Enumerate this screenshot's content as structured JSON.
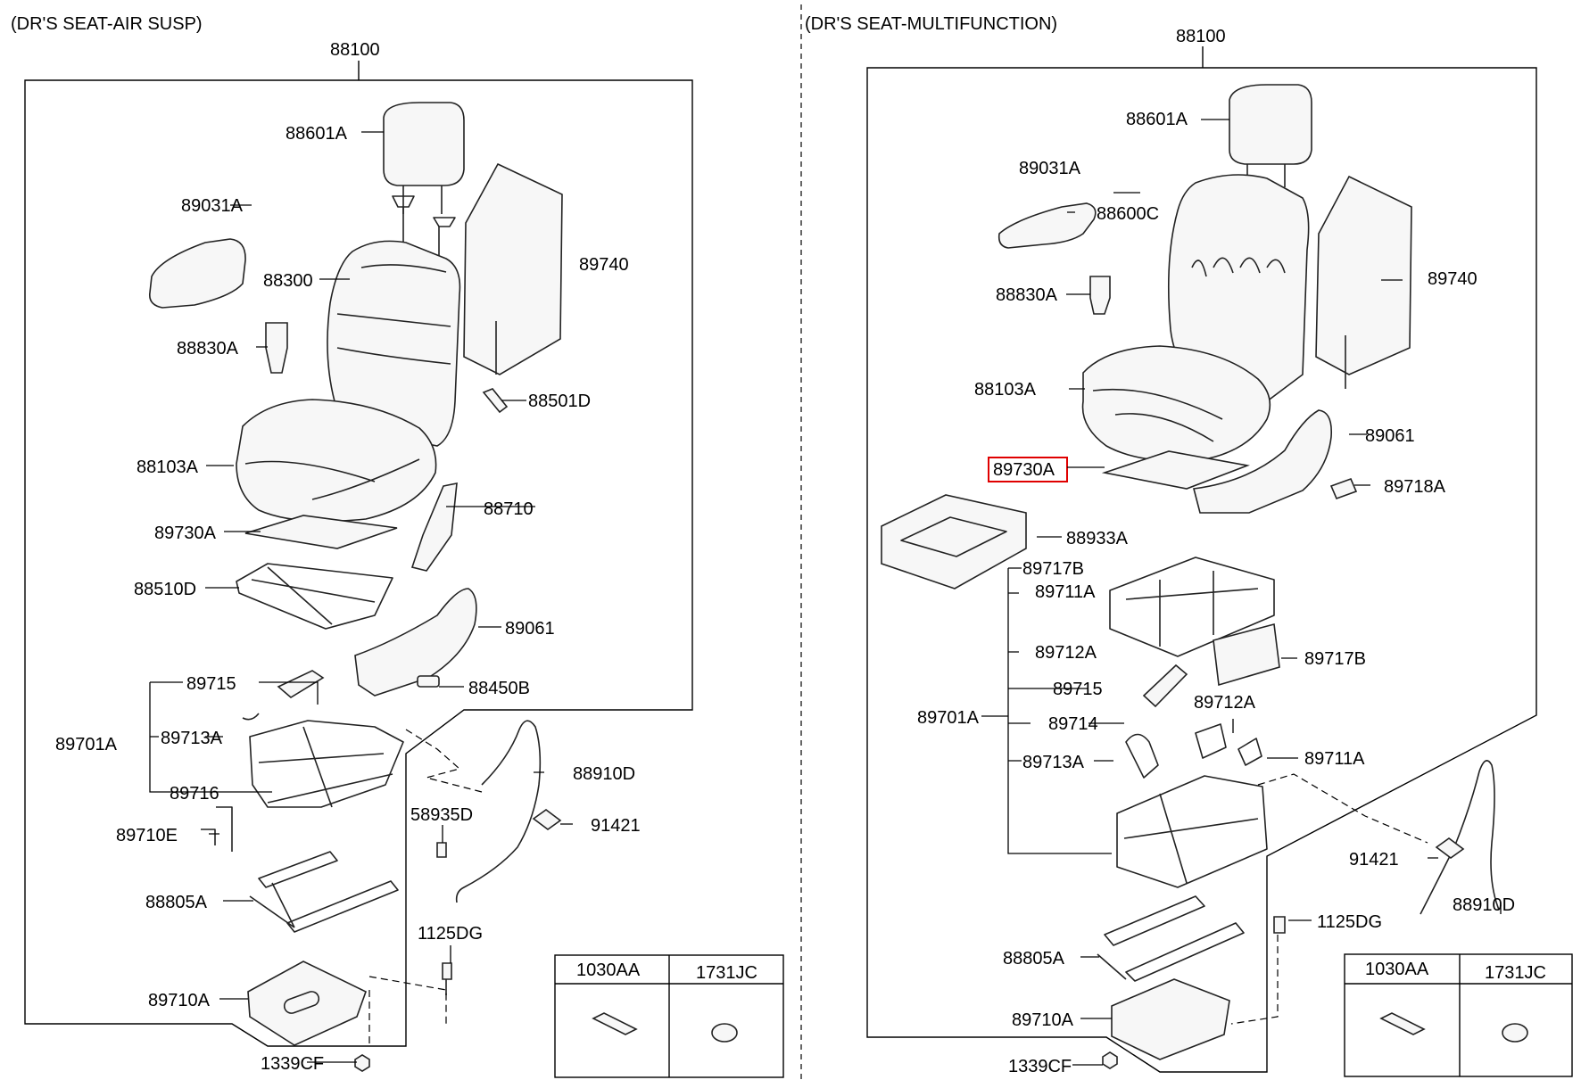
{
  "left_section": {
    "title": "(DR'S SEAT-AIR SUSP)",
    "assembly": "88100",
    "labels": {
      "headrest": "88601A",
      "armrest": "89031A",
      "back_frame": "88300",
      "back_board": "89740",
      "buckle": "88830A",
      "back_clip": "88501D",
      "cushion": "88103A",
      "recliner": "88710",
      "pad": "89730A",
      "cushion_frame": "88510D",
      "shield": "89061",
      "cover": "88450B",
      "susp_assy": "89701A",
      "damper": "89715",
      "sensor": "89713A",
      "compressor": "89716",
      "bracket_e": "89710E",
      "clip_d": "58935D",
      "harness": "88910D",
      "label_91421": "91421",
      "rail": "88805A",
      "bolt_dg": "1125DG",
      "base_plate": "89710A",
      "nut_cf": "1339CF"
    },
    "legend": {
      "col1": "1030AA",
      "col2": "1731JC"
    }
  },
  "right_section": {
    "title": "(DR'S SEAT-MULTIFUNCTION)",
    "assembly": "88100",
    "labels": {
      "headrest": "88601A",
      "armrest": "89031A",
      "back": "88600C",
      "buckle": "88830A",
      "back_board": "89740",
      "cushion": "88103A",
      "shield": "89061",
      "pad": "89730A",
      "switch": "89718A",
      "cover_tray": "88933A",
      "frame_b1": "89717B",
      "frame_a1": "89711A",
      "frame_a2": "89712A",
      "motor_b": "89717B",
      "damper": "89715",
      "motor_a": "89712A",
      "susp_assy": "89701A",
      "actuator": "89714",
      "sensor": "89713A",
      "actuator_a": "89711A",
      "label_91421": "91421",
      "harness": "88910D",
      "bolt_dg": "1125DG",
      "rail": "88805A",
      "base_plate": "89710A",
      "nut_cf": "1339CF"
    },
    "legend": {
      "col1": "1030AA",
      "col2": "1731JC"
    }
  },
  "colors": {
    "highlight": "#e00000",
    "line": "#000000"
  }
}
